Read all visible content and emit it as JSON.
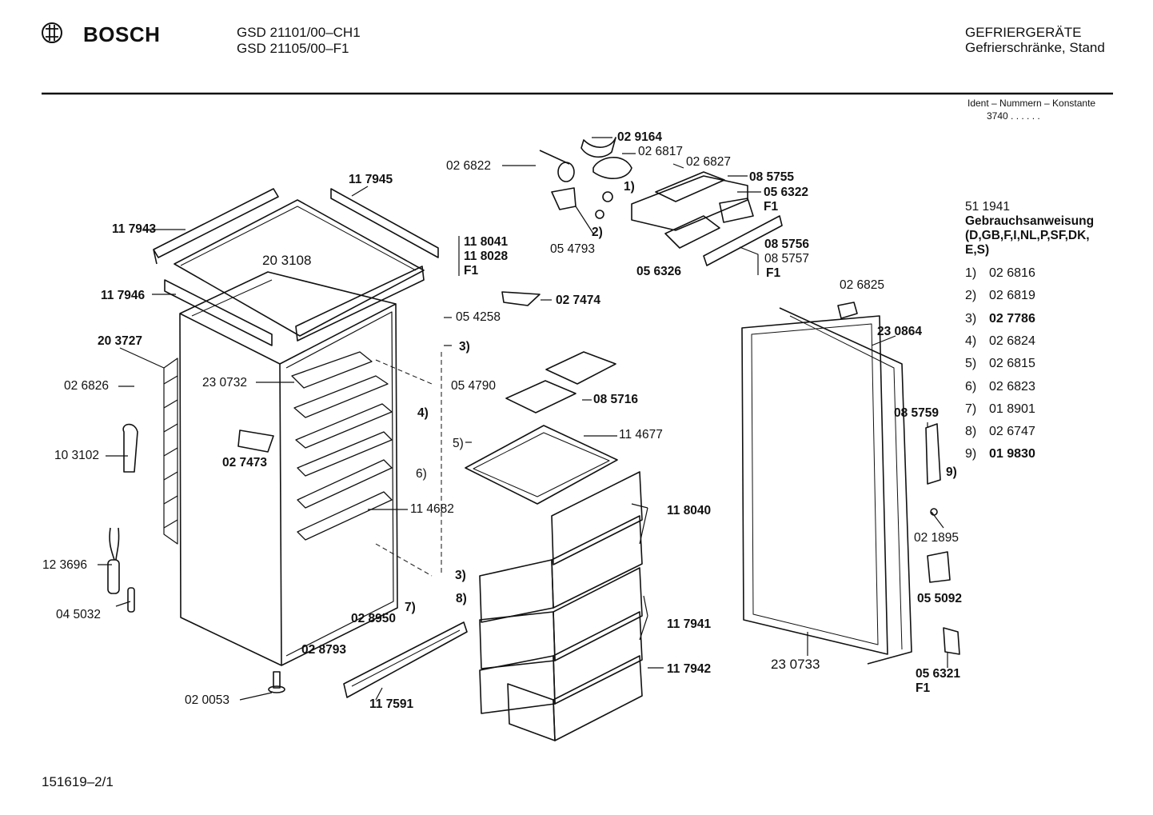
{
  "header": {
    "brand": "BOSCH",
    "model_line1": "GSD 21101/00–CH1",
    "model_line2": "GSD 21105/00–F1",
    "category": "GEFRIERGERÄTE",
    "subcategory": "Gefrierschränke, Stand",
    "ident_label": "Ident – Nummern – Konstante",
    "ident_value": "3740 . .   . . . ."
  },
  "manual": {
    "number": "51 1941",
    "title": "Gebrauchsanweisung",
    "langs_line1": "(D,GB,F,I,NL,P,SF,DK,",
    "langs_line2": "E,S)"
  },
  "legend": [
    {
      "num": "1)",
      "part": "02 6816",
      "bold": false
    },
    {
      "num": "2)",
      "part": "02 6819",
      "bold": false
    },
    {
      "num": "3)",
      "part": "02 7786",
      "bold": true
    },
    {
      "num": "4)",
      "part": "02 6824",
      "bold": false
    },
    {
      "num": "5)",
      "part": "02 6815",
      "bold": false
    },
    {
      "num": "6)",
      "part": "02 6823",
      "bold": false
    },
    {
      "num": "7)",
      "part": "01 8901",
      "bold": false
    },
    {
      "num": "8)",
      "part": "02 6747",
      "bold": false
    },
    {
      "num": "9)",
      "part": "01 9830",
      "bold": true
    }
  ],
  "parts": {
    "p029164": "02 9164",
    "p026817": "02 6817",
    "p026822": "02 6822",
    "p026827": "02 6827",
    "p117945": "11 7945",
    "p085755": "08 5755",
    "p056322": "05 6322",
    "f1_a": "F1",
    "p117943": "11 7943",
    "p203108": "20 3108",
    "p118041": "11 8041",
    "p118028": "11 8028",
    "f1_b": "F1",
    "r1": "1)",
    "r2": "2)",
    "p054793": "05 4793",
    "p056326": "05 6326",
    "p085756": "08 5756",
    "p085757": "08 5757",
    "f1_c": "F1",
    "p117946": "11 7946",
    "p027474": "02 7474",
    "p026825": "02 6825",
    "p054258": "05 4258",
    "r3a": "3)",
    "p203727": "20 3727",
    "p230864": "23 0864",
    "p026826": "02 6826",
    "p230732": "23 0732",
    "r4": "4)",
    "p054790": "05 4790",
    "p085716": "08 5716",
    "p085759": "08 5759",
    "r5": "5)",
    "p114677": "11 4677",
    "p103102": "10 3102",
    "p027473": "02 7473",
    "r6": "6)",
    "r9": "9)",
    "p114682": "11 4682",
    "p118040": "11 8040",
    "p021895": "02 1895",
    "p123696": "12 3696",
    "r3b": "3)",
    "r8": "8)",
    "r7": "7)",
    "p045032": "04 5032",
    "p055092": "05 5092",
    "p028950": "02 8950",
    "p117941": "11 7941",
    "p028793": "02 8793",
    "p230733": "23 0733",
    "p117942": "11 7942",
    "p056321": "05 6321",
    "f1_d": "F1",
    "p020053": "02 0053",
    "p117591": "11 7591"
  },
  "footer": {
    "doc_number": "151619–2/1"
  }
}
